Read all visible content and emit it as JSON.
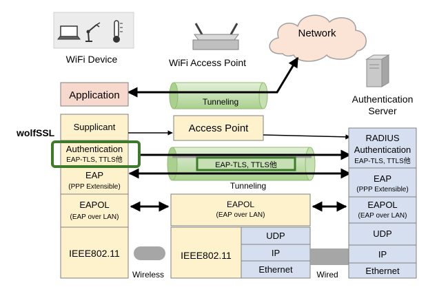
{
  "labels": {
    "wifi_device": "WiFi Device",
    "access_point": "WiFi Access Point",
    "network": "Network",
    "auth_server_line1": "Authentication",
    "auth_server_line2": "Server",
    "wolfssl": "wolfSSL",
    "tunneling_top": "Tunneling",
    "tunneling_mid": "Tunneling",
    "wireless": "Wireless",
    "wired": "Wired"
  },
  "device_stack": {
    "application": "Application",
    "supplicant": "Supplicant",
    "authentication": "Authentication",
    "authentication_sub": "EAP-TLS, TTLS他",
    "eap": "EAP",
    "eap_sub": "(PPP Extensible)",
    "eapol": "EAPOL",
    "eapol_sub": "(EAP over LAN)",
    "ieee": "IEEE802.11"
  },
  "ap_stack": {
    "access_point": "Access Point",
    "tunnel_label": "EAP-TLS, TTLS他",
    "eapol": "EAPOL",
    "eapol_sub": "(EAP over LAN)",
    "ieee": "IEEE802.11",
    "udp": "UDP",
    "ip": "IP",
    "ethernet": "Ethernet"
  },
  "server_stack": {
    "radius_line1": "RADIUS",
    "radius_line2": "Authentication",
    "radius_sub": "EAP-TLS, TTLS他",
    "eap": "EAP",
    "eap_sub": "(PPP Extensible)",
    "eapol": "EAPOL",
    "eapol_sub": "(EAP over LAN)",
    "udp": "UDP",
    "ip": "IP",
    "ethernet": "Ethernet"
  },
  "icons": {
    "device": [
      "laptop-icon",
      "robot-arm-icon",
      "thermometer-icon"
    ],
    "access_point": "router-icon",
    "network": "cloud-icon",
    "server": "server-tower-icon"
  },
  "colors": {
    "app_box": "#f6d8cc",
    "yellow_box": "#fdf2cc",
    "blue_box": "#d6dff0",
    "tunnel_green": "#c6e0b4",
    "highlight_green": "#3e7a2c",
    "box_border": "#7f7f7f"
  }
}
